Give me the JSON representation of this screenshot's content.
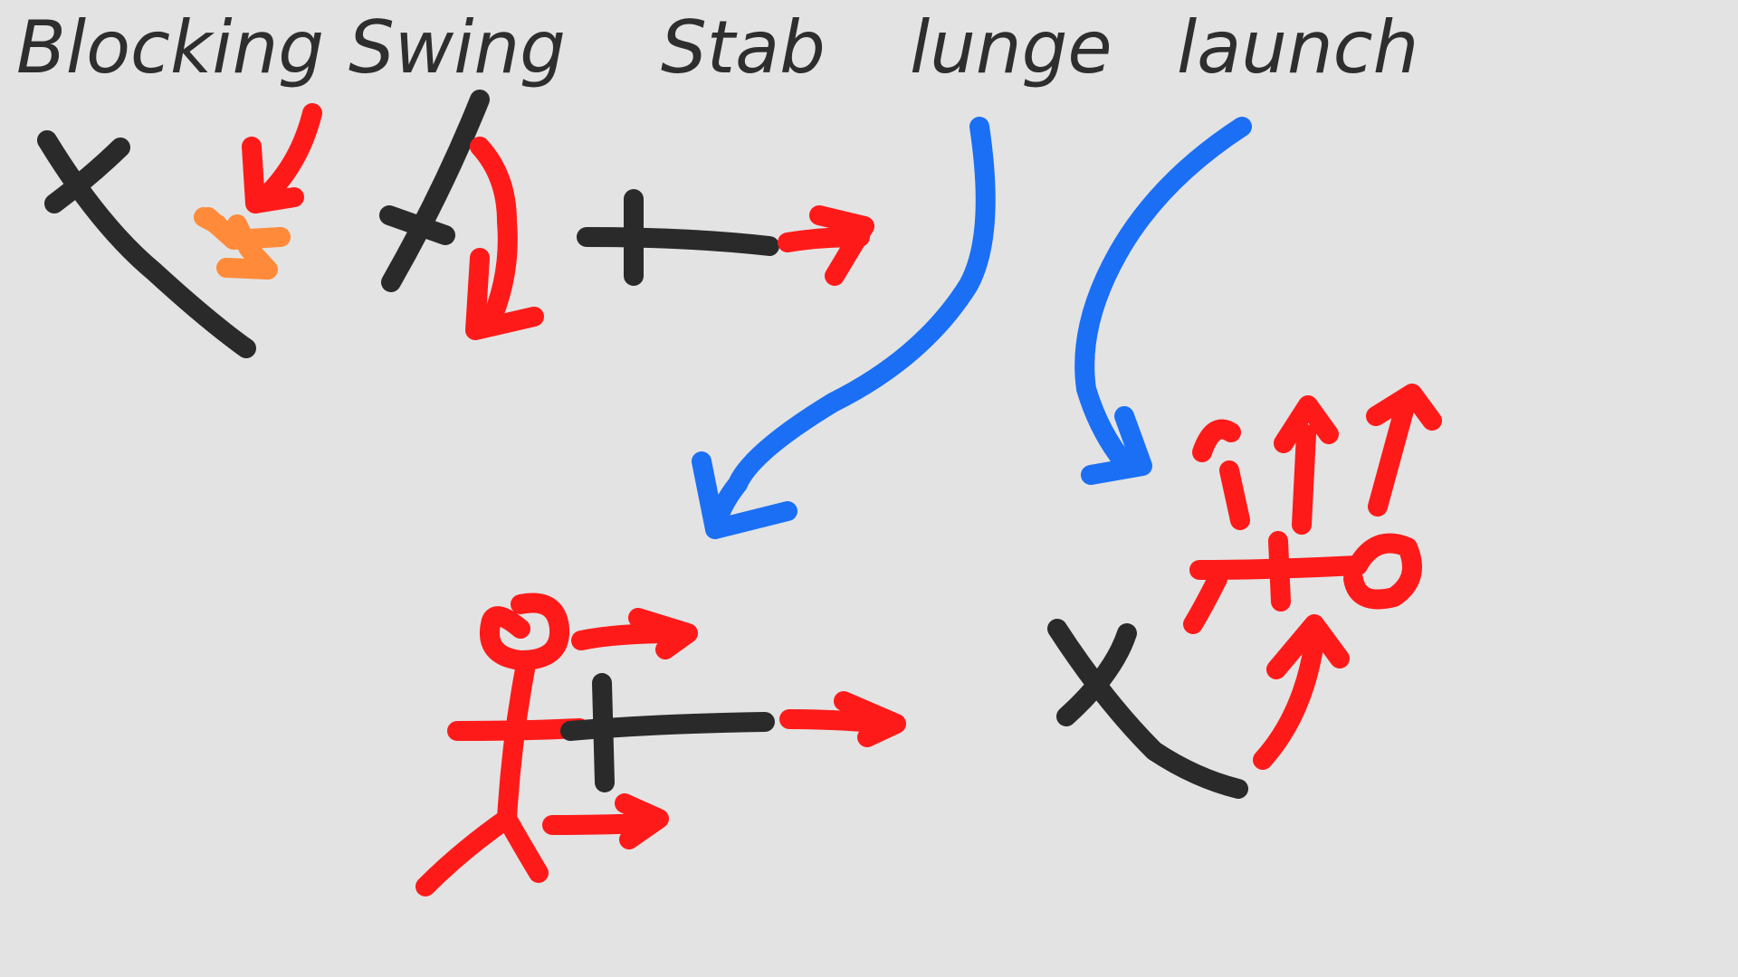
{
  "labels": {
    "blocking": "Blocking",
    "swing": "Swing",
    "stab": "Stab",
    "lunge": "lunge",
    "launch": "launch"
  },
  "colors": {
    "background": "#e3e3e3",
    "black_ink": "#2a2a2a",
    "red_ink": "#ff1a1a",
    "orange_ink": "#ff8a3a",
    "blue_ink": "#1a6ff5",
    "label_text": "#2e2e2e"
  }
}
